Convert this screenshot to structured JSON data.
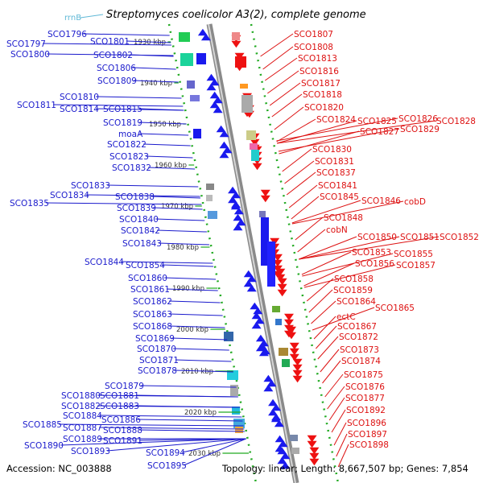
{
  "title": "Streptomyces coelicolor A3(2), complete genome",
  "rrn_label": "rrnB",
  "footer": {
    "accession": "Accession: NC_003888",
    "summary": "Topology: linear; Length: 8,667,507 bp; Genes: 7,854"
  },
  "colors": {
    "left_label": "#1a1acc",
    "right_label": "#dd1111",
    "left_gene": "#1a1aee",
    "right_gene": "#ee1111",
    "track_dots": "#22aa22",
    "genome_axis": "#999999"
  },
  "kbp_ticks": [
    "1930 kbp",
    "1940 kbp",
    "1950 kbp",
    "1960 kbp",
    "1970 kbp",
    "1980 kbp",
    "1990 kbp",
    "2000 kbp",
    "2010 kbp",
    "2020 kbp",
    "2030 kbp"
  ],
  "left_labels": [
    "SCO1796",
    "SCO1797",
    "SCO1800",
    "SCO1801",
    "SCO1802",
    "SCO1806",
    "SCO1809",
    "SCO1810",
    "SCO1811",
    "SCO1814",
    "SCO1815",
    "SCO1819",
    "moaA",
    "SCO1822",
    "SCO1823",
    "SCO1832",
    "SCO1833",
    "SCO1834",
    "SCO1835",
    "SCO1838",
    "SCO1839",
    "SCO1840",
    "SCO1842",
    "SCO1843",
    "SCO1844",
    "SCO1854",
    "SCO1860",
    "SCO1861",
    "SCO1862",
    "SCO1863",
    "SCO1868",
    "SCO1869",
    "SCO1870",
    "SCO1871",
    "SCO1878",
    "SCO1879",
    "SCO1880",
    "SCO1881",
    "SCO1882",
    "SCO1883",
    "SCO1884",
    "SCO1885",
    "SCO1886",
    "SCO1887",
    "SCO1888",
    "SCO1889",
    "SCO1890",
    "SCO1891",
    "SCO1893",
    "SCO1894",
    "SCO1895"
  ],
  "right_labels": [
    "SCO1807",
    "SCO1808",
    "SCO1813",
    "SCO1816",
    "SCO1817",
    "SCO1818",
    "SCO1820",
    "SCO1824",
    "SCO1825",
    "SCO1826",
    "SCO1828",
    "SCO1827",
    "SCO1829",
    "SCO1830",
    "SCO1831",
    "SCO1837",
    "SCO1841",
    "SCO1845",
    "SCO1846",
    "cobD",
    "SCO1848",
    "cobN",
    "SCO1850",
    "SCO1851",
    "SCO1852",
    "SCO1853",
    "SCO1855",
    "SCO1856",
    "SCO1857",
    "SCO1858",
    "SCO1859",
    "SCO1864",
    "SCO1865",
    "ectC",
    "SCO1867",
    "SCO1872",
    "SCO1873",
    "SCO1874",
    "SCO1875",
    "SCO1876",
    "SCO1877",
    "SCO1892",
    "SCO1896",
    "SCO1897",
    "SCO1898"
  ]
}
